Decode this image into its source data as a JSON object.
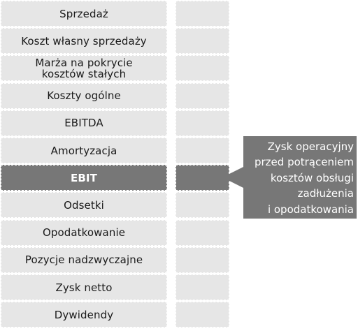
{
  "rows": [
    {
      "label": "Sprzedaż",
      "highlight": false
    },
    {
      "label": "Koszt własny sprzedaży",
      "highlight": false
    },
    {
      "label": "Marża na pokrycie\nkosztów stałych",
      "highlight": false
    },
    {
      "label": "Koszty ogólne",
      "highlight": false
    },
    {
      "label": "EBITDA",
      "highlight": false
    },
    {
      "label": "Amortyzacja",
      "highlight": false
    },
    {
      "label": "EBIT",
      "highlight": true
    },
    {
      "label": "Odsetki",
      "highlight": false
    },
    {
      "label": "Opodatkowanie",
      "highlight": false
    },
    {
      "label": "Pozycje nadzwyczajne",
      "highlight": false
    },
    {
      "label": "Zysk netto",
      "highlight": false
    },
    {
      "label": "Dywidendy",
      "highlight": false
    }
  ],
  "callout": {
    "lines": [
      "Zysk operacyjny",
      "przed potrąceniem",
      "kosztów obsługi",
      "zadłużenia",
      "i opodatkowania"
    ]
  },
  "colors": {
    "row_fill": "#e6e6e6",
    "highlight_fill": "#777777",
    "callout_fill": "#777777",
    "text": "#1a1a1a"
  }
}
